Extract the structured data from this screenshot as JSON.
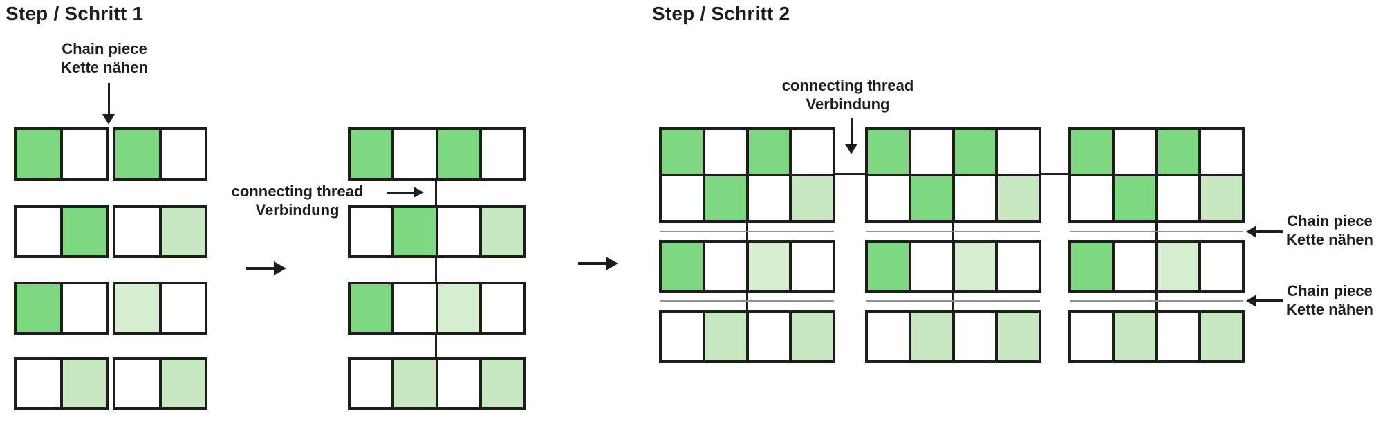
{
  "step1": {
    "title": "Step / Schritt 1",
    "chain_piece_label": {
      "line1": "Chain piece",
      "line2": "Kette nähen"
    },
    "connecting_thread_label": {
      "line1": "connecting thread",
      "line2": "Verbindung"
    }
  },
  "step2": {
    "title": "Step / Schritt 2",
    "connecting_thread_label": {
      "line1": "connecting thread",
      "line2": "Verbindung"
    },
    "chain_piece_label_1": {
      "line1": "Chain piece",
      "line2": "Kette nähen"
    },
    "chain_piece_label_2": {
      "line1": "Chain piece",
      "line2": "Kette nähen"
    }
  },
  "pattern": {
    "description_codes": {
      "g": "green",
      "w": "white",
      "l": "light-green",
      "ll": "lighter-green"
    },
    "rows": [
      [
        "g",
        "w",
        "g",
        "w"
      ],
      [
        "w",
        "g",
        "w",
        "l"
      ],
      [
        "g",
        "w",
        "ll",
        "w"
      ],
      [
        "w",
        "l",
        "w",
        "l"
      ]
    ]
  },
  "colors": {
    "green": "#7ed881",
    "light_green": "#c8e8c2",
    "lighter_green": "#d4eecf",
    "white": "#ffffff",
    "outline": "#1d1d1b",
    "faint_thread": "#8f8f8f",
    "background": "#ffffff"
  }
}
